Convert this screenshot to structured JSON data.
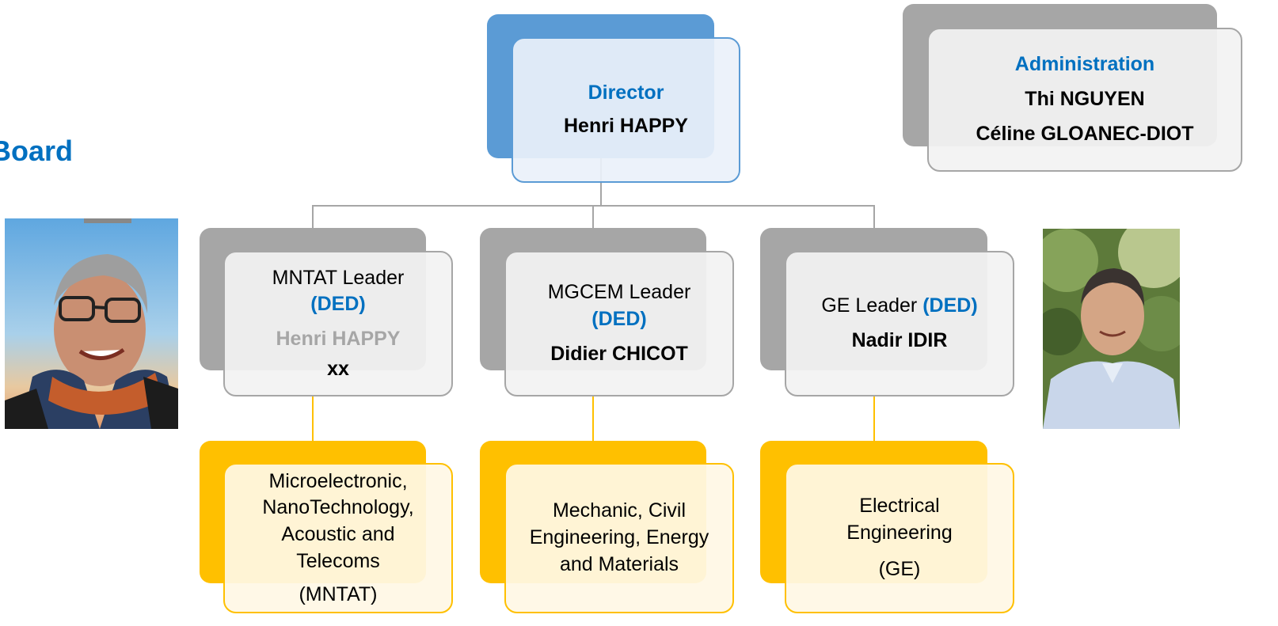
{
  "side_title": "Board",
  "director": {
    "role": "Director",
    "name": "Henri HAPPY"
  },
  "administration": {
    "title": "Administration",
    "names": [
      "Thi NGUYEN",
      "Céline GLOANEC-DIOT"
    ]
  },
  "leaders": [
    {
      "role": "MNTAT Leader",
      "tag": "(DED)",
      "name": "Henri HAPPY",
      "extra": "xx"
    },
    {
      "role": "MGCEM Leader",
      "tag": "(DED)",
      "name": "Didier CHICOT"
    },
    {
      "role": "GE Leader",
      "tag": "(DED)",
      "name": "Nadir IDIR"
    }
  ],
  "departments": [
    {
      "lines": [
        "Microelectronic,",
        "NanoTechnology,",
        "Acoustic and",
        "Telecoms"
      ],
      "abbr": "(MNTAT)"
    },
    {
      "lines": [
        "Mechanic, Civil",
        "Engineering, Energy",
        "and Materials"
      ]
    },
    {
      "lines": [
        "Electrical",
        "Engineering"
      ],
      "abbr": "(GE)"
    }
  ],
  "colors": {
    "accent": "#0070c0",
    "grey": "#a6a6a6",
    "blue": "#5b9bd5",
    "gold": "#ffc000"
  }
}
